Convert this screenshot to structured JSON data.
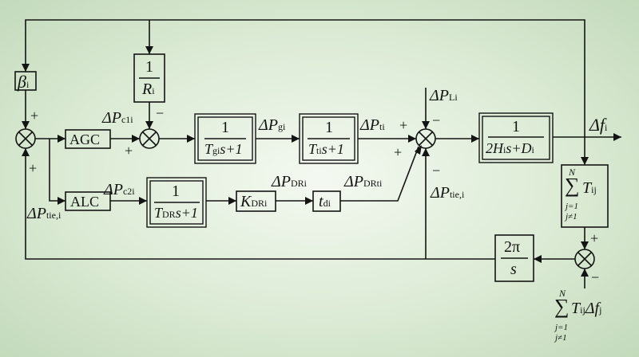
{
  "blocks": {
    "beta": "β",
    "beta_sub": "i",
    "inv_r_num": "1",
    "inv_r_den": "R",
    "inv_r_sub": "i",
    "agc": "AGC",
    "alc": "ALC",
    "gov_num": "1",
    "gov_den_a": "T",
    "gov_den_sub": "g",
    "gov_den_sub2": "i",
    "gov_den_b": "s+1",
    "tur_num": "1",
    "tur_den_a": "T",
    "tur_den_sub": "t",
    "tur_den_sub2": "i",
    "tur_den_b": "s+1",
    "dr_num": "1",
    "dr_den_a": "T",
    "dr_den_sub": "DR",
    "dr_den_b": "s+1",
    "kdr": "K",
    "kdr_sub": "DR",
    "kdr_sub2": "i",
    "tdelay": "t",
    "tdelay_sub": "di",
    "grid_num": "1",
    "grid_den": "2H",
    "grid_den_sub": "i",
    "grid_den_b": "s+D",
    "grid_den_sub2": "i",
    "tie_sum_top": "N",
    "tie_sum_T": "T",
    "tie_sum_T_sub": "ij",
    "tie_sum_j1": "j=1",
    "tie_sum_j2": "j≠1",
    "int_num": "2π",
    "int_den": "s"
  },
  "signals": {
    "dpc1": "ΔP",
    "dpc1_sub": "c1",
    "dpc1_sub2": "i",
    "dpc2": "ΔP",
    "dpc2_sub": "c2",
    "dpc2_sub2": "i",
    "dpg": "ΔP",
    "dpg_sub": "g",
    "dpg_sub2": "i",
    "dpt": "ΔP",
    "dpt_sub": "t",
    "dpt_sub2": "i",
    "dpl": "ΔP",
    "dpl_sub": "L",
    "dpl_sub2": "i",
    "dpdr": "ΔP",
    "dpdr_sub": "DR",
    "dpdr_sub2": "i",
    "dpdrt": "ΔP",
    "dpdrt_sub": "DRt",
    "dpdrt_sub2": "i",
    "dptie_left": "ΔP",
    "dptie_left_sub": "tie,",
    "dptie_left_sub2": "i",
    "dptie_right": "ΔP",
    "dptie_right_sub": "tie,",
    "dptie_right_sub2": "i",
    "dfi": "Δf",
    "dfi_sub": "i",
    "ext_top": "N",
    "ext_main": "T",
    "ext_sub": "ij",
    "ext_df": "Δf",
    "ext_df_sub": "j",
    "ext_j1": "j=1",
    "ext_j2": "j≠1"
  },
  "signs": {
    "s1_top": "+",
    "s1_bottom": "+",
    "s2_left": "+",
    "s2_top": "−",
    "s3_left_top": "+",
    "s3_left_bottom": "+",
    "s3_top": "−",
    "s3_bottom": "−",
    "s4_top": "+",
    "s4_bottom": "−"
  }
}
